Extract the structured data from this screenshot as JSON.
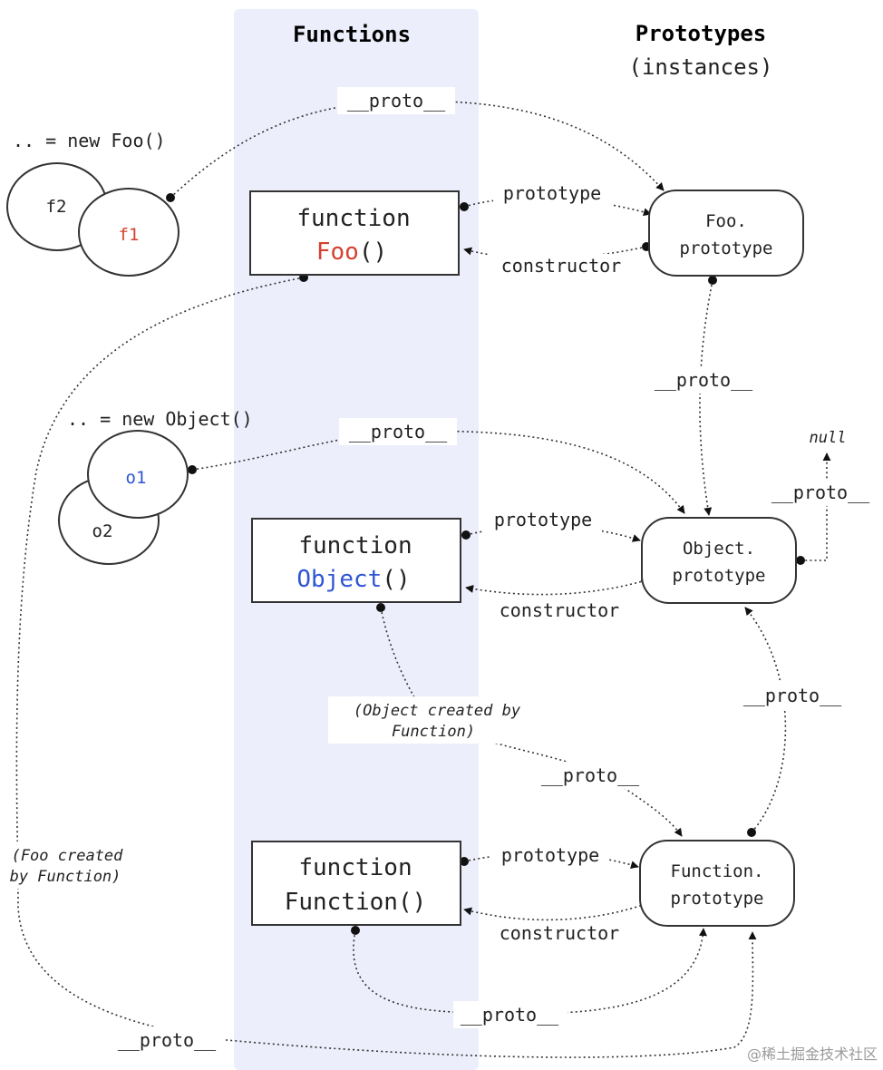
{
  "headers": {
    "functions": "Functions",
    "prototypes_line1": "Prototypes",
    "prototypes_line2": "(instances)"
  },
  "instances": {
    "foo_caption": ".. = new Foo()",
    "f2": "f2",
    "f1": "f1",
    "object_caption": ".. = new Object()",
    "o1": "o1",
    "o2": "o2"
  },
  "functions": {
    "foo": {
      "keyword": "function",
      "name": "Foo",
      "parens": "()"
    },
    "object": {
      "keyword": "function",
      "name": "Object",
      "parens": "()"
    },
    "function": {
      "keyword": "function",
      "name": "Function",
      "parens": "()"
    }
  },
  "prototypes": {
    "foo": {
      "line1": "Foo.",
      "line2": "prototype"
    },
    "object": {
      "line1": "Object.",
      "line2": "prototype"
    },
    "function": {
      "line1": "Function.",
      "line2": "prototype"
    },
    "null": "null"
  },
  "edge_labels": {
    "proto": "__proto__",
    "prototype": "prototype",
    "constructor": "constructor"
  },
  "notes": {
    "object_created_line1": "(Object created by",
    "object_created_line2": "Function)",
    "foo_created_line1": "(Foo created",
    "foo_created_line2": "by Function)"
  },
  "colors": {
    "foo_accent": "#d64030",
    "object_accent": "#2f55d4",
    "functions_column": "#eceefb"
  },
  "watermark": "@稀土掘金技术社区"
}
